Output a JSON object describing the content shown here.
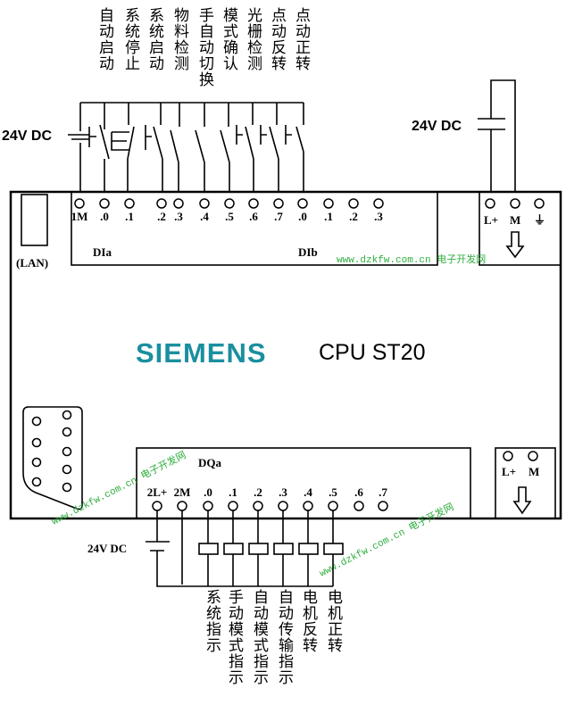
{
  "inputs": {
    "supply_label": "24V DC",
    "group_a_label": "DIa",
    "group_b_label": "DIb",
    "terminals": [
      "1M",
      ".0",
      ".1",
      ".2",
      ".3",
      ".4",
      ".5",
      ".6",
      ".7",
      ".0",
      ".1",
      ".2",
      ".3"
    ],
    "devices": [
      "自动启动",
      "系统停止",
      "系统启动",
      "物料检测",
      "手自动切换",
      "模式确认",
      "光栅检测",
      "点动反转",
      "点动正转"
    ]
  },
  "power": {
    "supply_label": "24V DC",
    "terminals": [
      "L+",
      "M",
      "⏚"
    ]
  },
  "cpu": {
    "brand": "SIEMENS",
    "model": "CPU  ST20",
    "port_label": "(LAN)"
  },
  "outputs": {
    "group_label": "DQa",
    "supply_label": "24V DC",
    "terminals": [
      "2L+",
      "2M",
      ".0",
      ".1",
      ".2",
      ".3",
      ".4",
      ".5",
      ".6",
      ".7"
    ],
    "loads": [
      "系统指示",
      "手动模式指示",
      "自动模式指示",
      "自动传输指示",
      "电机反转",
      "电机正转"
    ]
  },
  "sensor_supply": {
    "terminals": [
      "L+",
      "M"
    ]
  },
  "watermark": "www.dzkfw.com.cn 电子开发网",
  "colors": {
    "brand": "#1a8f9f",
    "watermark": "#2eae3e"
  }
}
